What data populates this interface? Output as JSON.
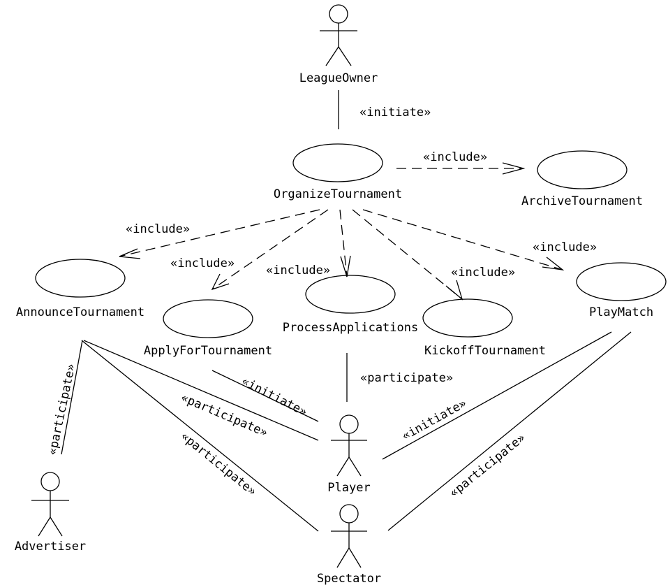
{
  "colors": {
    "line": "#000000",
    "background": "#ffffff"
  },
  "actors": {
    "league_owner": "LeagueOwner",
    "player": "Player",
    "spectator": "Spectator",
    "advertiser": "Advertiser"
  },
  "use_cases": {
    "organize_tournament": "OrganizeTournament",
    "archive_tournament": "ArchiveTournament",
    "announce_tournament": "AnnounceTournament",
    "apply_for_tournament": "ApplyForTournament",
    "process_applications": "ProcessApplications",
    "kickoff_tournament": "KickoffTournament",
    "play_match": "PlayMatch"
  },
  "labels": {
    "initiate": "«initiate»",
    "include": "«include»",
    "participate": "«participate»"
  }
}
